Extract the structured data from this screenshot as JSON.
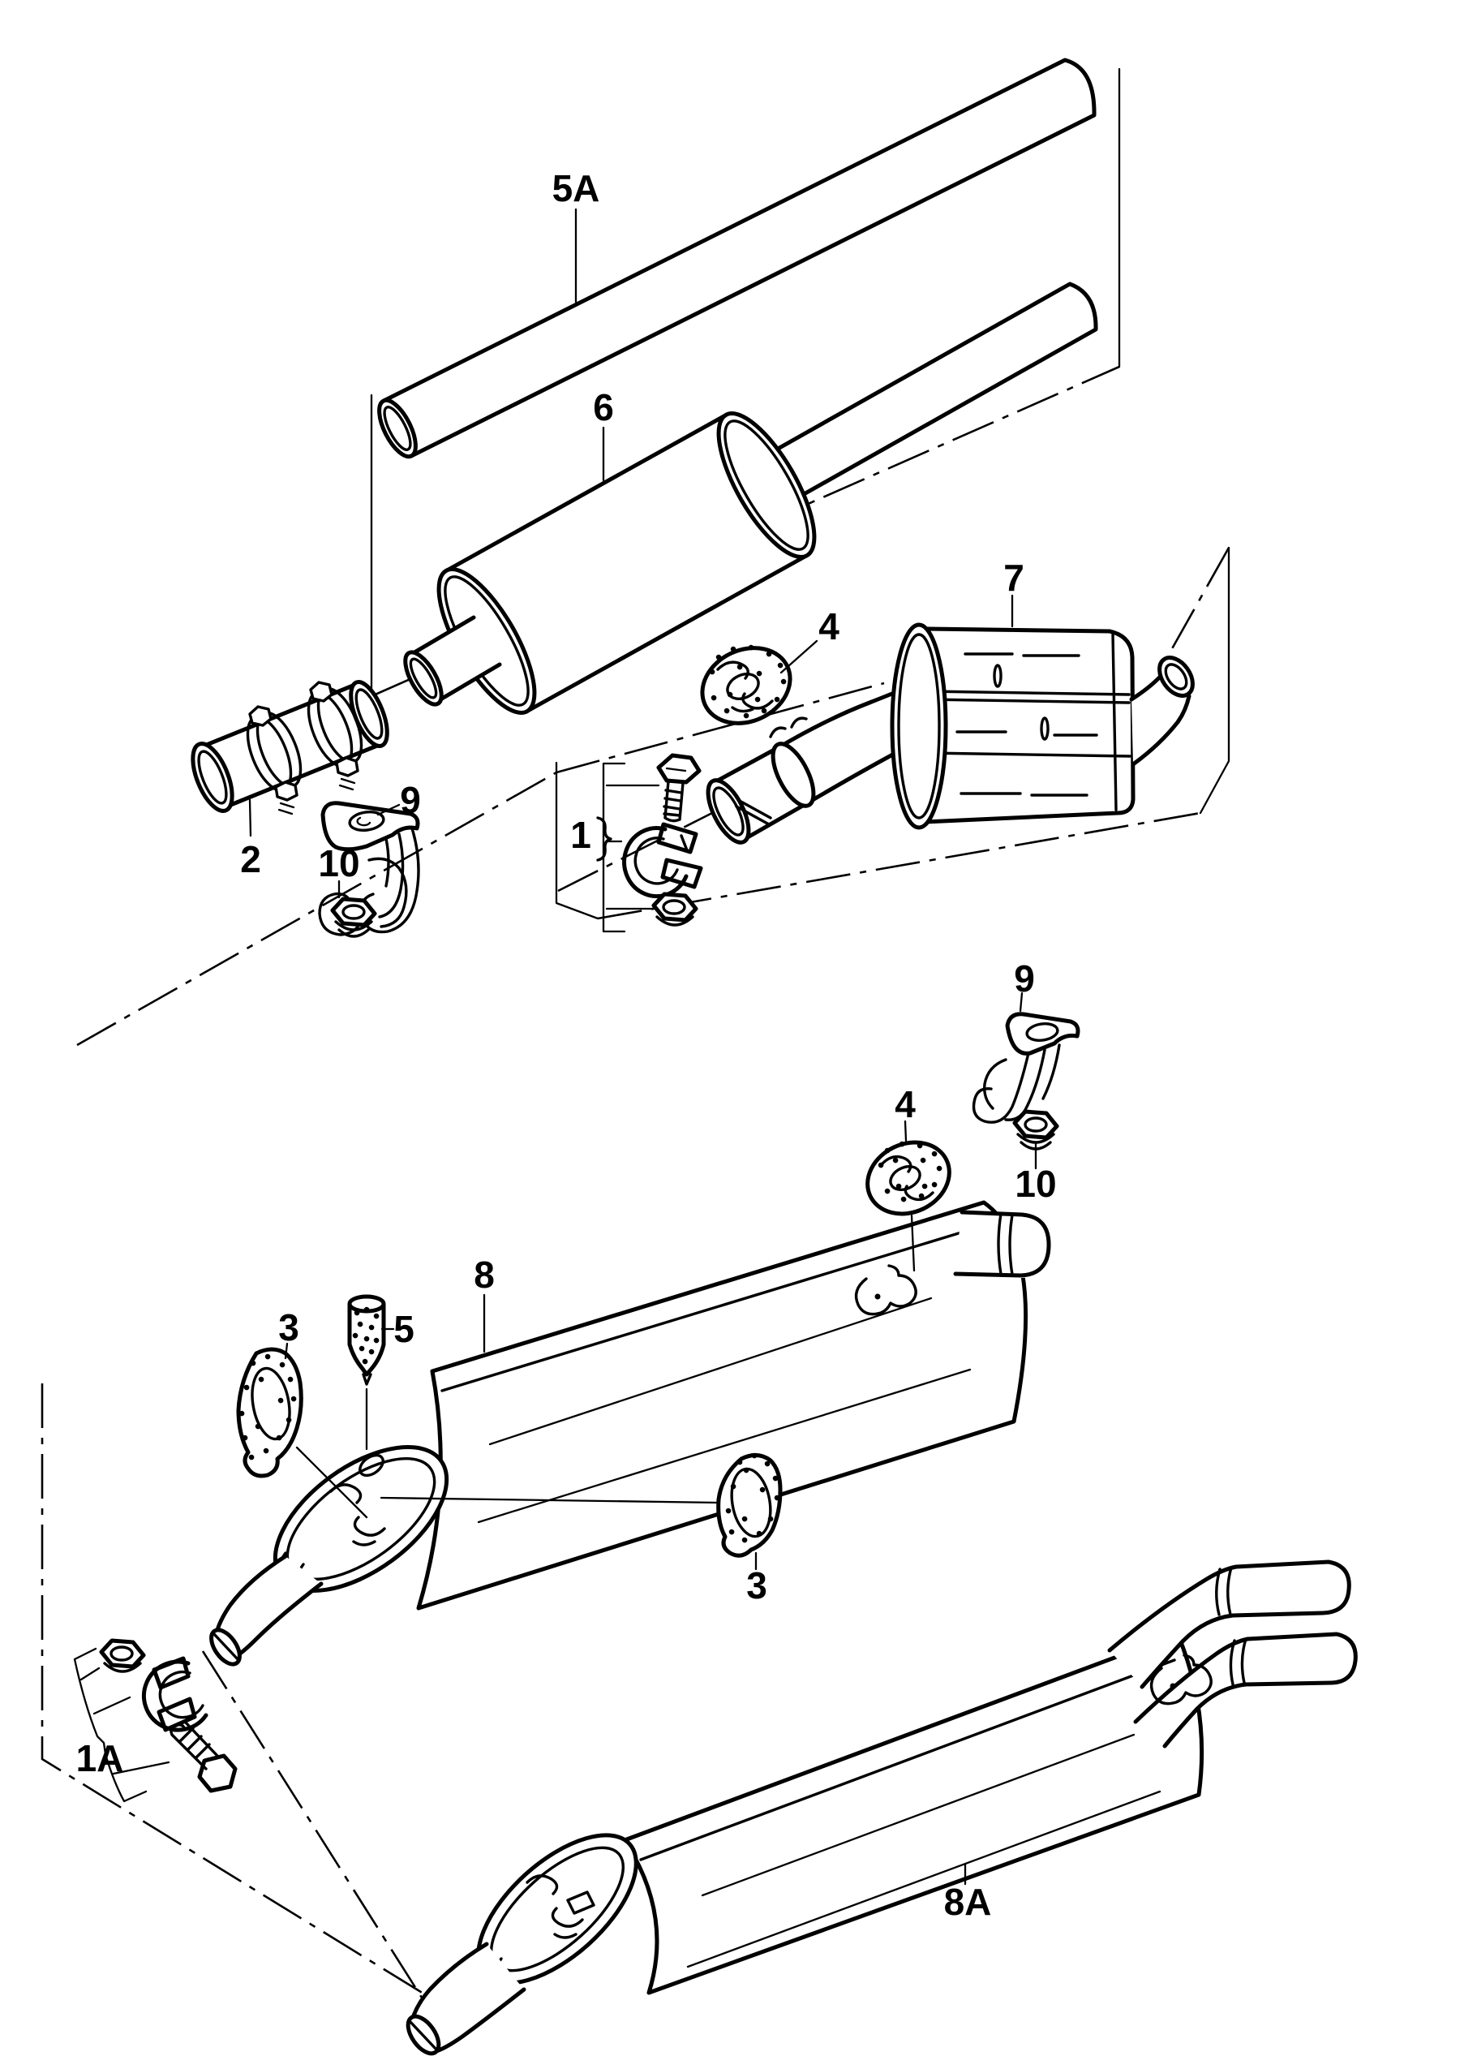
{
  "figure": {
    "kind": "exploded-parts-line-drawing",
    "subject": "Exhaust system: silencers, pipes and mountings",
    "ink_color": "#000000",
    "paper_color": "#ffffff"
  },
  "labels": {
    "pipe_5a": {
      "text": "5A"
    },
    "pipe_6": {
      "text": "6"
    },
    "muffler_7": {
      "text": "7"
    },
    "ring_4_top": {
      "text": "4"
    },
    "clamp_2": {
      "text": "2"
    },
    "hanger_9_top": {
      "text": "9"
    },
    "nut_10_top": {
      "text": "10"
    },
    "kit_1": {
      "text": "1"
    },
    "ring_3_left": {
      "text": "3"
    },
    "plug_5": {
      "text": "5"
    },
    "muffler_8": {
      "text": "8"
    },
    "ring_4_bot": {
      "text": "4"
    },
    "hanger_9_bot": {
      "text": "9"
    },
    "nut_10_bot": {
      "text": "10"
    },
    "ring_3_right": {
      "text": "3"
    },
    "kit_1a": {
      "text": "1A"
    },
    "muffler_8a": {
      "text": "8A"
    }
  }
}
